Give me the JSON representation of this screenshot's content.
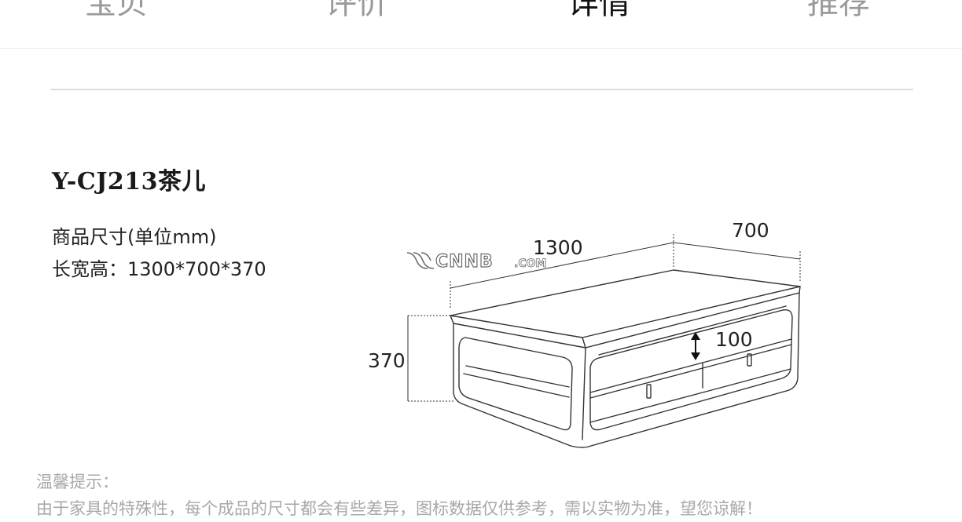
{
  "tabs": [
    {
      "label": "宝贝",
      "active": false
    },
    {
      "label": "评价",
      "active": false
    },
    {
      "label": "详情",
      "active": true
    },
    {
      "label": "推荐",
      "active": false
    }
  ],
  "product": {
    "title": "Y-CJ213茶儿",
    "size_heading": "商品尺寸(单位mm)",
    "dimensions_line": "长宽高：1300*700*370"
  },
  "diagram": {
    "length_label": "1300",
    "width_label": "700",
    "height_label": "370",
    "gap_label": "100"
  },
  "watermark": {
    "brand_text": "CNNB",
    "domain_text": ".COM"
  },
  "tips": {
    "label": "温馨提示：",
    "text": "由于家具的特殊性，每个成品的尺寸都会有些差异，图标数据仅供参考，需以实物为准，望您谅解！"
  },
  "colors": {
    "active_tab": "#111111",
    "inactive_tab": "#9a9a9a",
    "tips_text": "#a8a8a8"
  }
}
